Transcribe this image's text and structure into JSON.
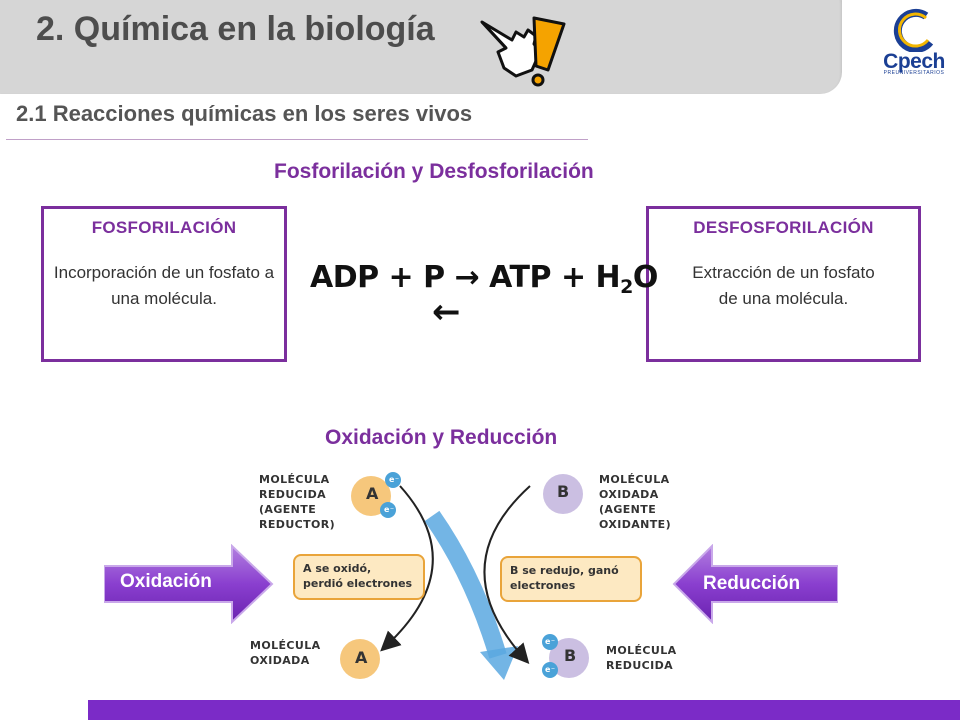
{
  "header": {
    "title": "2. Química en la biología",
    "subtitle": "2.1 Reacciones químicas en los seres vivos",
    "logo_text": "Cpech",
    "logo_subtext": "PREUNIVERSITARIOS"
  },
  "icons": {
    "pointer": "pointing-hand-icon",
    "alert": "exclamation-icon",
    "logo": "cpech-logo-icon"
  },
  "colors": {
    "accent": "#7b2f9d",
    "bar": "#7b2bc7",
    "header_bg": "#d6d6d6",
    "note_bg": "#fde9c2",
    "molecule": "#f6c77c",
    "molecule_b": "#cbbfe2",
    "electron": "#4aa2d8",
    "flow_arrow": "#5aa8e0"
  },
  "phosphorylation": {
    "section_title": "Fosforilación y Desfosforilación",
    "left_box": {
      "title": "FOSFORILACIÓN",
      "text": "Incorporación de un fosfato a una molécula."
    },
    "right_box": {
      "title": "DESFOSFORILACIÓN",
      "text": "Extracción de un fosfato de una molécula."
    },
    "equation": {
      "left": "ADP + P",
      "arrow": "→",
      "right_prefix": "ATP + H",
      "subscript": "2",
      "right_suffix": "O",
      "reverse_arrow": "←"
    }
  },
  "redox": {
    "section_title": "Oxidación y Reducción",
    "left_button": "Oxidación",
    "right_button": "Reducción",
    "molecule_a": "A",
    "molecule_b": "B",
    "electron": "e⁻",
    "labels": {
      "top_left": [
        "MOLÉCULA",
        "REDUCIDA",
        "(AGENTE",
        "REDUCTOR)"
      ],
      "top_right": [
        "MOLÉCULA",
        "OXIDADA",
        "(AGENTE",
        "OXIDANTE)"
      ],
      "bottom_left": [
        "MOLÉCULA",
        "OXIDADA"
      ],
      "bottom_right": [
        "MOLÉCULA",
        "REDUCIDA"
      ]
    },
    "notes": {
      "left": [
        "A se oxidó,",
        "perdió electrones"
      ],
      "right": [
        "B se redujo, ganó",
        "electrones"
      ]
    }
  }
}
